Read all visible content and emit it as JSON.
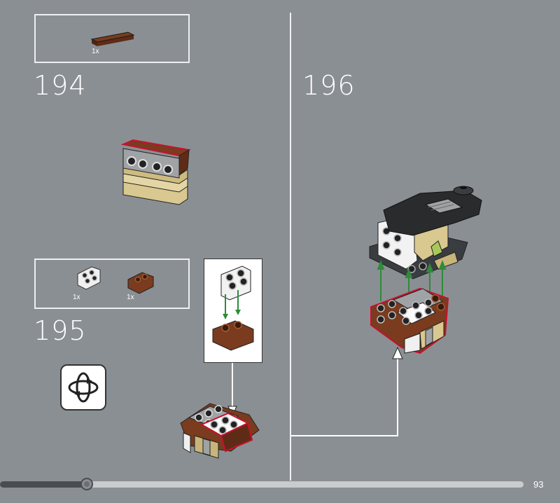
{
  "steps": [
    {
      "number": "194",
      "parts": [
        {
          "qty": "1x",
          "name": "reddish-brown tile 1x4"
        }
      ]
    },
    {
      "number": "195",
      "parts": [
        {
          "qty": "1x",
          "name": "white bracket 1x2 - 2x2"
        },
        {
          "qty": "1x",
          "name": "reddish-brown bracket 1x2 - 1x2"
        }
      ]
    },
    {
      "number": "196"
    }
  ],
  "page_number": "93",
  "progress": {
    "fraction": 0.166
  },
  "colors": {
    "background": "#8a8f93",
    "highlight": "#c8102e",
    "arrow": "#2e8b3a"
  },
  "icons": {
    "rotate": "rotate-model-icon"
  }
}
